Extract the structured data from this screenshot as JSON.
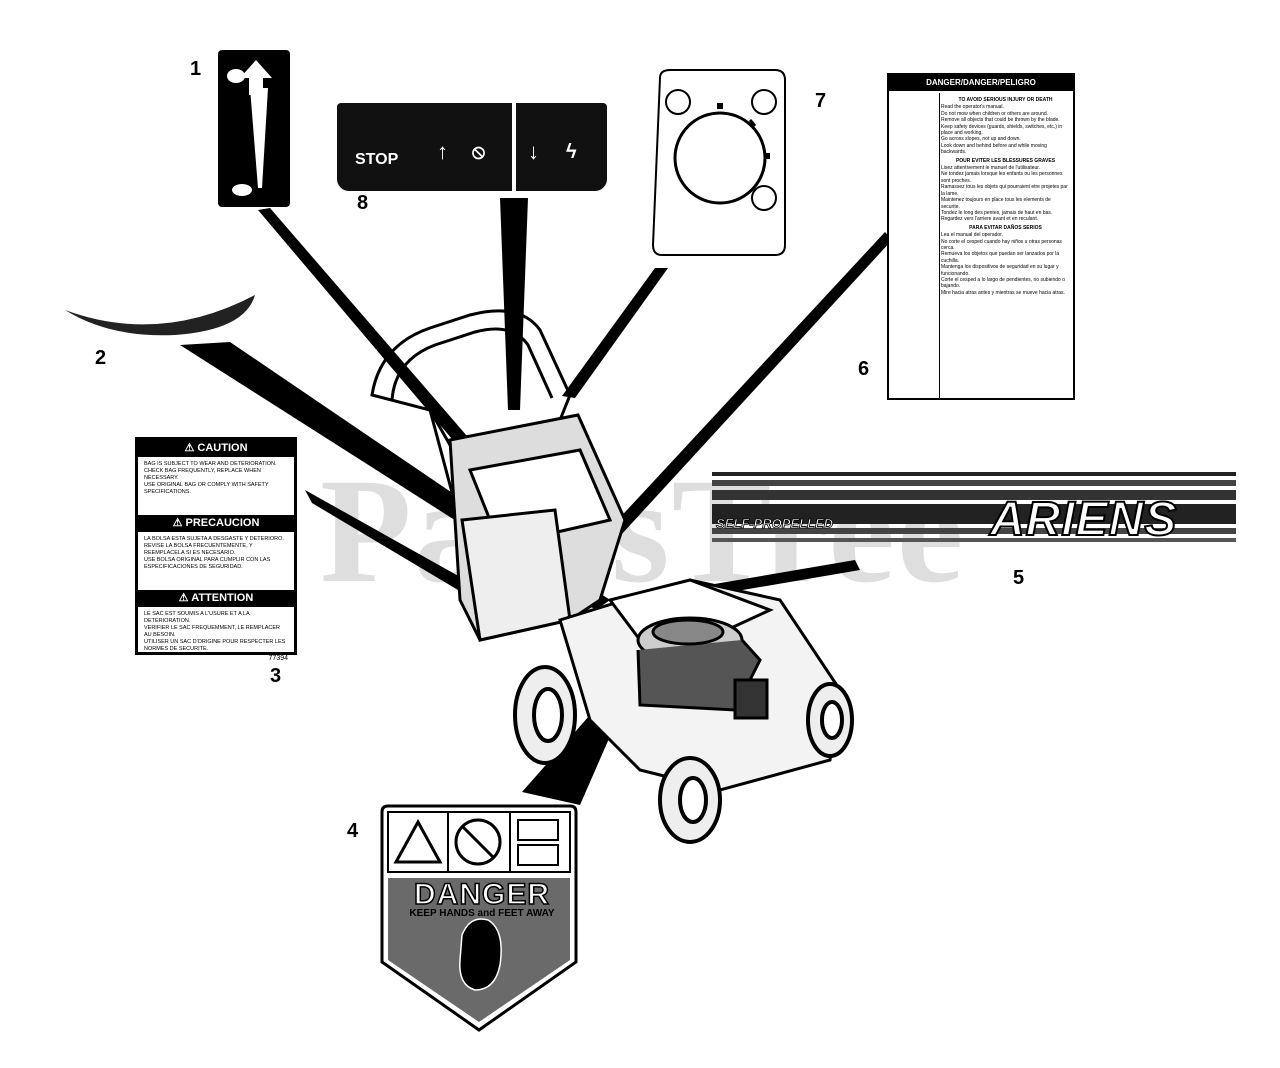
{
  "watermark": "PartsTree",
  "callouts": [
    "1",
    "2",
    "3",
    "4",
    "5",
    "6",
    "7",
    "8"
  ],
  "decal3": {
    "sections": [
      {
        "header": "CAUTION",
        "lines": [
          "BAG IS SUBJECT TO WEAR AND DETERIORATION.",
          "CHECK BAG FREQUENTLY, REPLACE WHEN NECESSARY.",
          "USE ORIGINAL BAG OR COMPLY WITH SAFETY SPECIFICATIONS."
        ]
      },
      {
        "header": "PRECAUCION",
        "lines": [
          "LA BOLSA ESTA SUJETA A DESGASTE Y DETERIORO.",
          "REVISE LA BOLSA FRECUENTEMENTE, Y REEMPLACELA SI ES NECESARIO.",
          "USE BOLSA ORIGINAL PARA CUMPLIR CON LAS ESPECIFICACIONES DE SEGURIDAD."
        ]
      },
      {
        "header": "ATTENTION",
        "lines": [
          "LE SAC EST SOUMIS A L'USURE ET A LA DETERIORATION.",
          "VERIFIER LE SAC FREQUEMMENT, LE REMPLACER AU BESOIN.",
          "UTILISER UN SAC D'ORIGINE POUR RESPECTER LES NORMES DE SECURITE."
        ]
      }
    ],
    "part_number": "77394"
  },
  "decal8": {
    "stop_label": "STOP"
  },
  "decal6": {
    "header": "DANGER/DANGER/PELIGRO",
    "sections": [
      {
        "title": "TO AVOID SERIOUS INJURY OR DEATH",
        "lines": [
          "Read the operator's manual.",
          "Do not mow when children or others are around.",
          "Remove all objects that could be thrown by the blade.",
          "Keep safety devices (guards, shields, switches, etc.) in place and working.",
          "Go across slopes, not up and down.",
          "Look down and behind before and while moving backwards."
        ]
      },
      {
        "title": "POUR EVITER LES BLESSURES GRAVES",
        "lines": [
          "Lisez attentivement le manuel de l'utilisateur.",
          "Ne tondez jamais lorsque les enfants ou les personnes sont proches.",
          "Ramassez tous les objets qui pourraient etre projetes par la lame.",
          "Maintenez toujours en place tous les elements de securite.",
          "Tondez le long des pentes, jamais de haut en bas.",
          "Regardez vers l'arriere avant et en reculant."
        ]
      },
      {
        "title": "PARA EVITAR DAÑOS SERIOS",
        "lines": [
          "Lea el manual del operador.",
          "No corte el cesped cuando hay niños u otras personas cerca.",
          "Remueva los objetos que puedan ser lanzados por la cuchilla.",
          "Mantenga los dispositivos de seguridad en su lugar y funcionando.",
          "Corte el cesped a lo largo de pendientes, no subiendo o bajando.",
          "Mire hacia atras antes y mientras se mueve hacia atras."
        ]
      }
    ]
  },
  "decal5": {
    "brand": "ARIENS",
    "subtitle": "SELF-PROPELLED"
  },
  "decal4": {
    "title": "DANGER",
    "subtitle": "KEEP HANDS and FEET AWAY"
  }
}
